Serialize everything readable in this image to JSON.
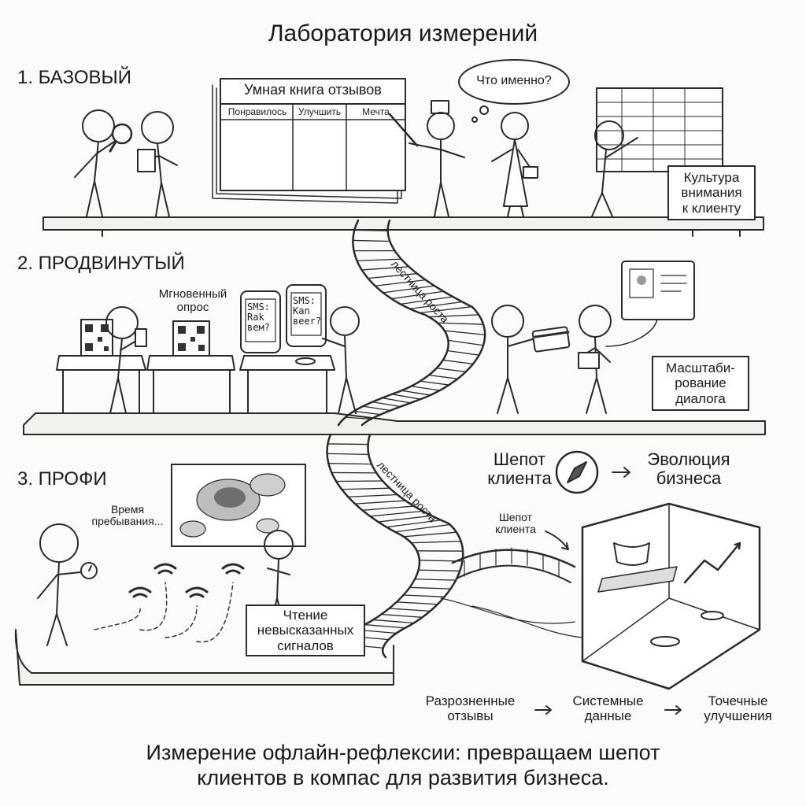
{
  "title": "Лаборатория измерений",
  "levels": {
    "basic": "1. БАЗОВЫЙ",
    "advanced": "2. ПРОДВИНУТЫЙ",
    "pro": "3. ПРОФИ"
  },
  "basic": {
    "book_title": "Умная книга отзывов",
    "book_columns": [
      "Понравилось",
      "Улучшить",
      "Мечта"
    ],
    "thought_bubble": "Что именно?",
    "sign": "Культура\nвнимания\nк клиенту"
  },
  "advanced": {
    "instant_survey": "Мгновенный\nопрос",
    "sms_phone_1": "SMS:\nRak\nвем?",
    "sms_phone_2": "SMS:\nKan\nвеer?",
    "sign": "Масштаби-\nрование\nдиалога"
  },
  "pro": {
    "dwell_time": "Время\nпребывания...",
    "sign": "Чтение\nневысказанных\nсигналов",
    "whisper_small": "Шепот\nклиента"
  },
  "stairs_label": "лестница роста",
  "compass_row": {
    "left": "Шепот\nклиента",
    "right": "Эволюция\nбизнеса"
  },
  "flow": [
    "Разрозненные\nотзывы",
    "Системные\nданные",
    "Точечные\nулучшения"
  ],
  "footer": "Измерение офлайн-рефлексии: превращаем шепот\nклиентов в компас для развития бизнеса."
}
